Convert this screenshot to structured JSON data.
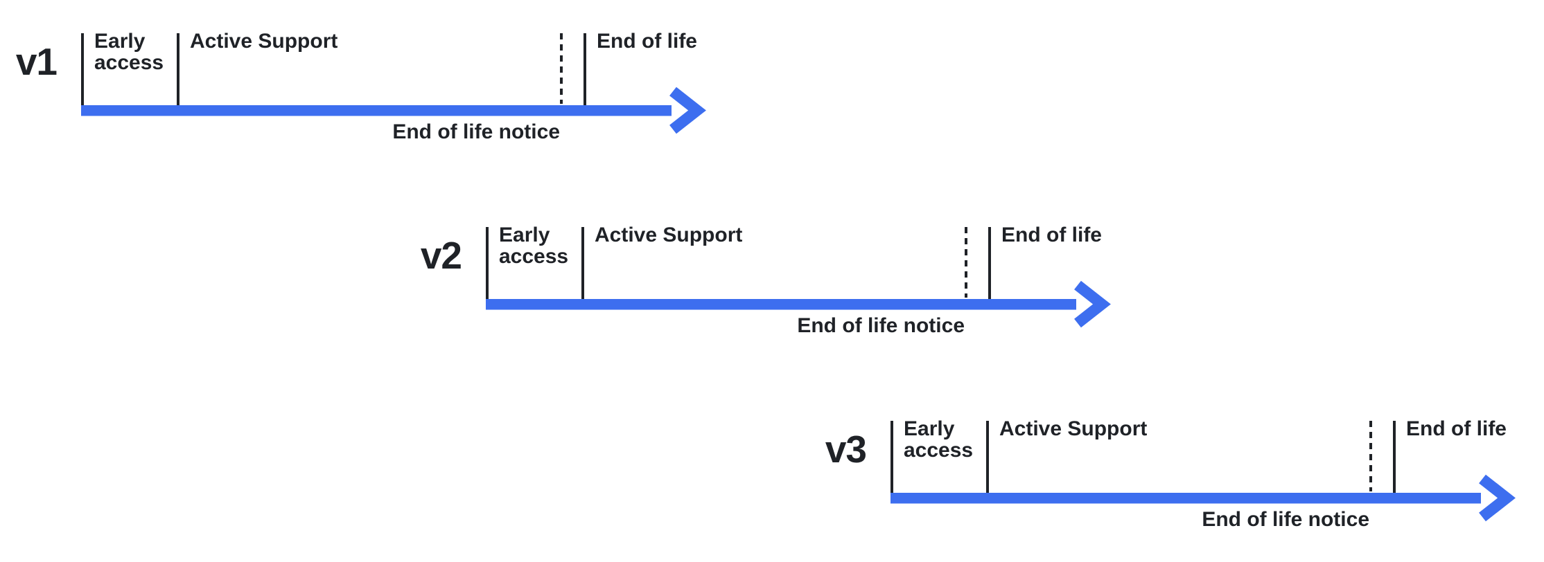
{
  "colors": {
    "accent": "#3D6EEF",
    "ink": "#1F2227"
  },
  "versions": [
    {
      "version": "v1",
      "phases": {
        "early_access": "Early access",
        "active_support": "Active Support",
        "end_of_life_notice": "End of life notice",
        "end_of_life": "End of life"
      }
    },
    {
      "version": "v2",
      "phases": {
        "early_access": "Early access",
        "active_support": "Active Support",
        "end_of_life_notice": "End of life notice",
        "end_of_life": "End of life"
      }
    },
    {
      "version": "v3",
      "phases": {
        "early_access": "Early access",
        "active_support": "Active Support",
        "end_of_life_notice": "End of life notice",
        "end_of_life": "End of life"
      }
    }
  ]
}
